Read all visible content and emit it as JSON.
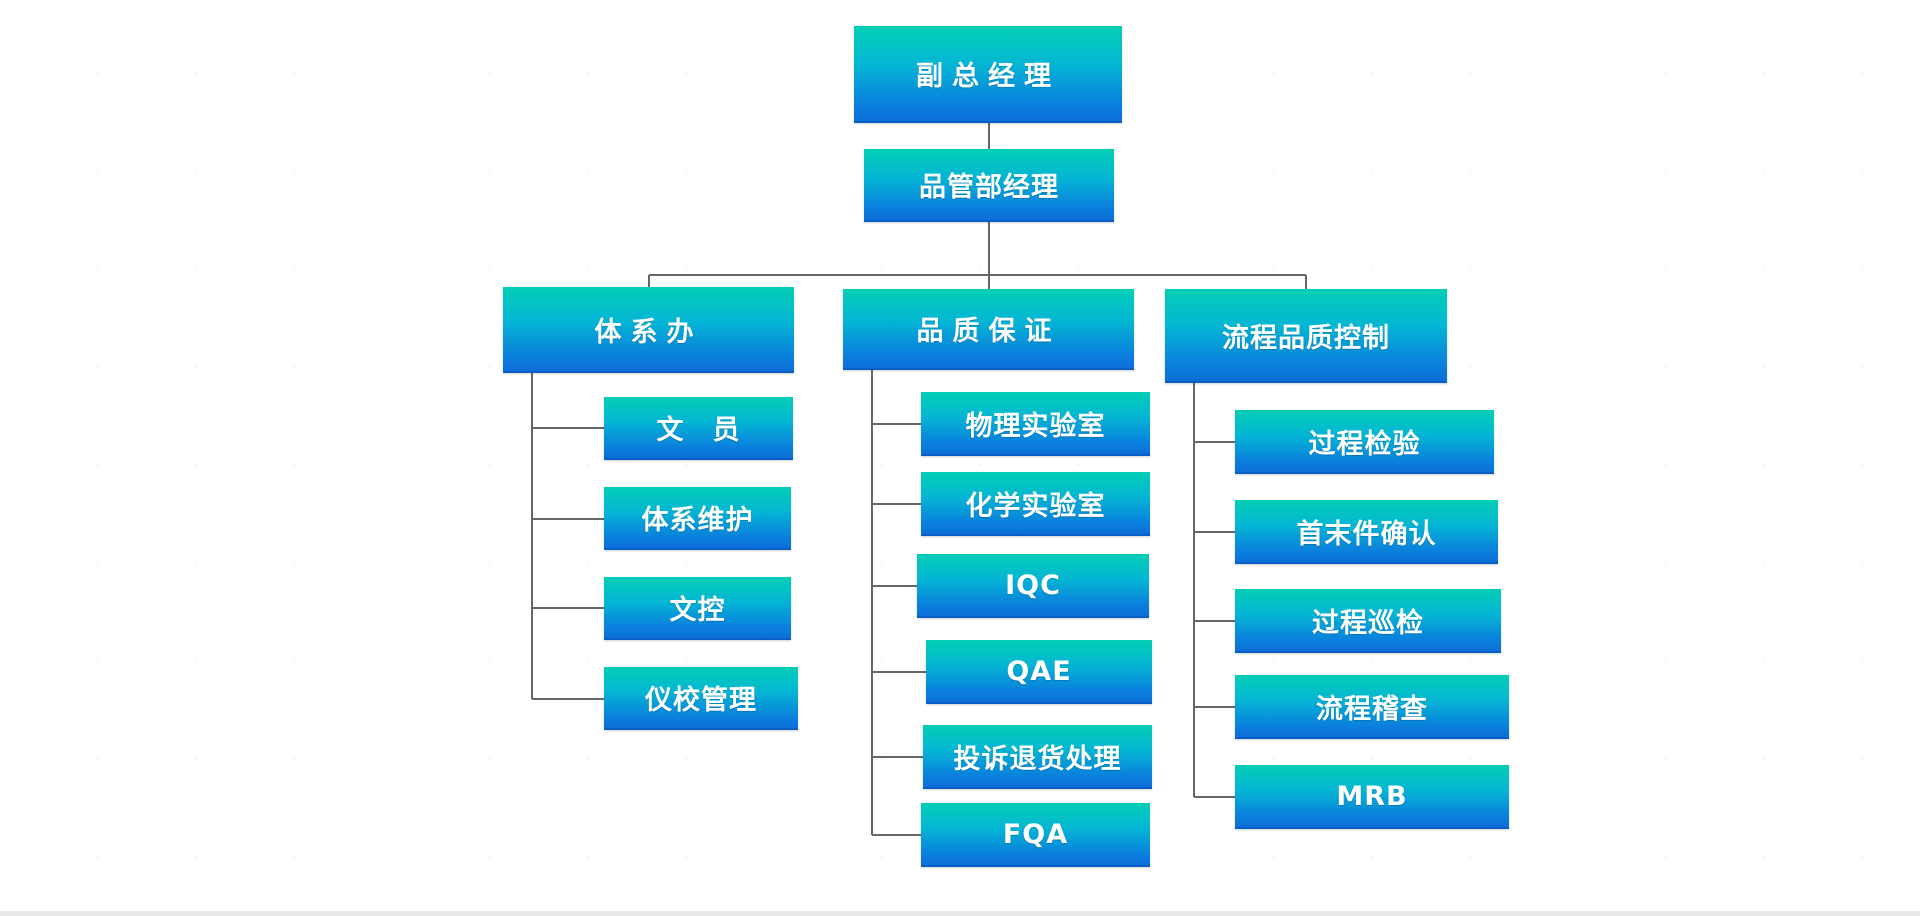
{
  "org_chart": {
    "root": {
      "label": "副总经理"
    },
    "manager": {
      "label": "品管部经理"
    },
    "departments": [
      {
        "label": "体系办",
        "children": [
          "文　员",
          "体系维护",
          "文控",
          "仪校管理"
        ]
      },
      {
        "label": "品质保证",
        "children": [
          "物理实验室",
          "化学实验室",
          "IQC",
          "QAE",
          "投诉退货处理",
          "FQA"
        ]
      },
      {
        "label": "流程品质控制",
        "children": [
          "过程检验",
          "首末件确认",
          "过程巡检",
          "流程稽查",
          "MRB"
        ]
      }
    ]
  },
  "colors": {
    "box_gradient_top": "#03cfb4",
    "box_gradient_bottom": "#0c6ed8",
    "connector": "#666666",
    "text": "#ffffff",
    "background": "#ffffff"
  }
}
